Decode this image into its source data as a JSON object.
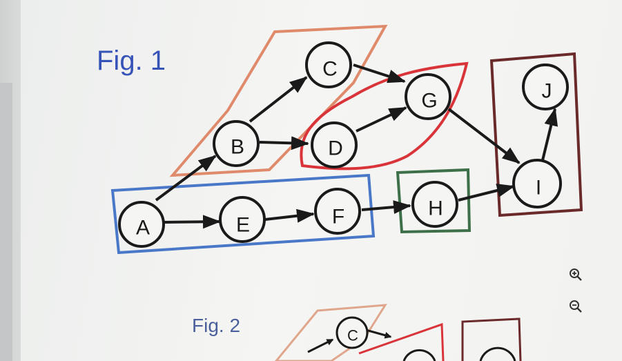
{
  "figures": {
    "fig1_label": "Fig. 1",
    "fig2_label": "Fig. 2"
  },
  "nodes": {
    "A": "A",
    "B": "B",
    "C": "C",
    "D": "D",
    "E": "E",
    "F": "F",
    "G": "G",
    "H": "H",
    "I": "I",
    "J": "J",
    "C2": "C"
  },
  "edges": [
    [
      "A",
      "B"
    ],
    [
      "A",
      "E"
    ],
    [
      "E",
      "F"
    ],
    [
      "F",
      "H"
    ],
    [
      "H",
      "I"
    ],
    [
      "B",
      "C"
    ],
    [
      "B",
      "D"
    ],
    [
      "C",
      "G"
    ],
    [
      "D",
      "G"
    ],
    [
      "G",
      "I"
    ],
    [
      "I",
      "J"
    ]
  ],
  "groups": [
    {
      "members": [
        "B",
        "C"
      ],
      "color": "#e08a6c"
    },
    {
      "members": [
        "D",
        "G"
      ],
      "color": "#d9343a"
    },
    {
      "members": [
        "A",
        "E",
        "F"
      ],
      "color": "#4a78c8"
    },
    {
      "members": [
        "H"
      ],
      "color": "#3d7048"
    },
    {
      "members": [
        "I",
        "J"
      ],
      "color": "#6b2a2a"
    }
  ],
  "controls": {
    "zoom_in_icon": "zoom-in-icon",
    "zoom_out_icon": "zoom-out-icon"
  },
  "colors": {
    "label_blue": "#3653b8",
    "node_stroke": "#1a1a1a"
  }
}
